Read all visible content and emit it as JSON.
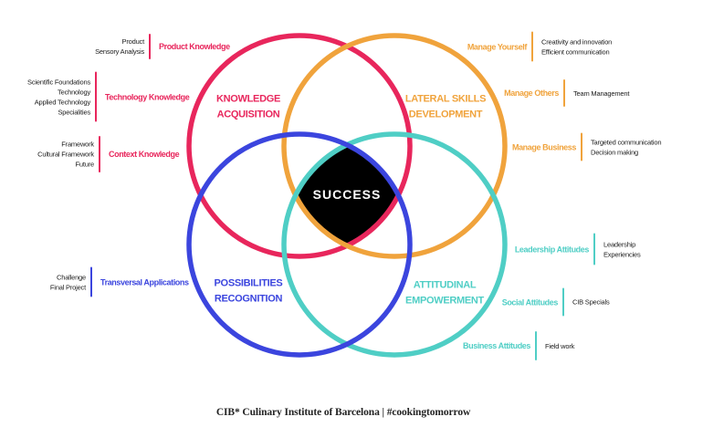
{
  "colors": {
    "pink": "#E8265C",
    "orange": "#F0A33C",
    "blue": "#3B45DE",
    "teal": "#4FCEC5",
    "core": "#000000"
  },
  "center": {
    "label": "SUCCESS"
  },
  "circles": {
    "knowledge": {
      "line1": "KNOWLEDGE",
      "line2": "ACQUISITION"
    },
    "lateral": {
      "line1": "LATERAL SKILLS",
      "line2": "DEVELOPMENT"
    },
    "possibilities": {
      "line1": "POSSIBILITIES",
      "line2": "RECOGNITION"
    },
    "attitudinal": {
      "line1": "ATTITUDINAL",
      "line2": "EMPOWERMENT"
    }
  },
  "annotations": {
    "product": {
      "label": "Product Knowledge",
      "lines": [
        "Product",
        "Sensory Analysis"
      ]
    },
    "technology": {
      "label": "Technology Knowledge",
      "lines": [
        "Scientific Foundations",
        "Technology",
        "Applied Technology",
        "Specialities"
      ]
    },
    "context": {
      "label": "Context Knowledge",
      "lines": [
        "Framework",
        "Cultural Framework",
        "Future"
      ]
    },
    "manage_yourself": {
      "label": "Manage Yourself",
      "lines": [
        "Creativity and innovation",
        "Efficient communication"
      ]
    },
    "manage_others": {
      "label": "Manage Others",
      "lines": [
        "Team Management"
      ]
    },
    "manage_business": {
      "label": "Manage Business",
      "lines": [
        "Targeted communication",
        "Decision making"
      ]
    },
    "transversal": {
      "label": "Transversal Applications",
      "lines": [
        "Challenge",
        "Final Project"
      ]
    },
    "leadership": {
      "label": "Leadership Attitudes",
      "lines": [
        "Leadership",
        "Experiencies"
      ]
    },
    "social": {
      "label": "Social Attitudes",
      "lines": [
        "CIB Specials"
      ]
    },
    "business": {
      "label": "Business Attitudes",
      "lines": [
        "Field work"
      ]
    }
  },
  "footer": {
    "text": "CIB* Culinary Institute of Barcelona | #cookingtomorrow"
  }
}
